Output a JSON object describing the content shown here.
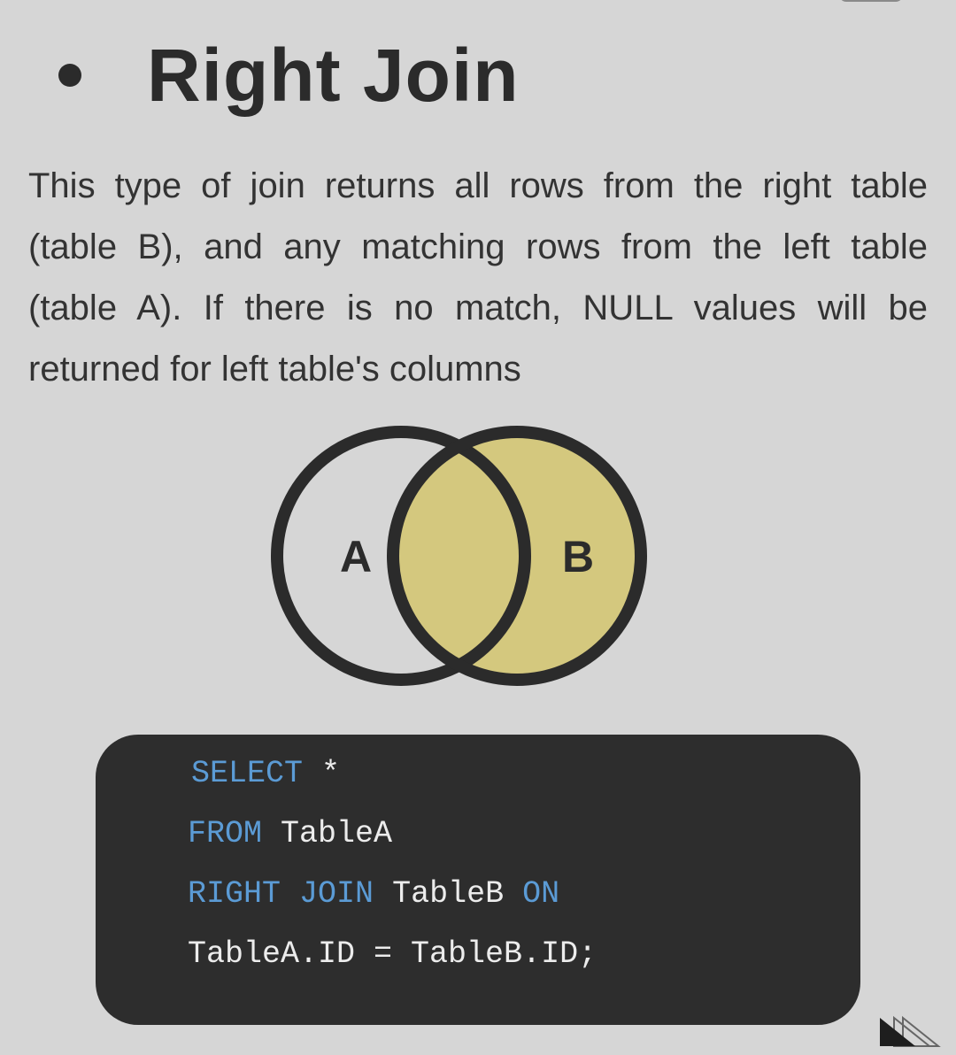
{
  "slide": {
    "title": "Right Join",
    "description": "This type of join returns all rows from the right table (table B), and any matching rows from the left table (table A). If there is no match, NULL values will be returned for left table's columns"
  },
  "venn": {
    "label_a": "A",
    "label_b": "B",
    "highlight_color": "#d4c87e",
    "outline_color": "#2b2b2b"
  },
  "code": {
    "line1": {
      "kw1": "SELECT",
      "rest": " *"
    },
    "line2": {
      "kw1": "FROM",
      "rest": " TableA"
    },
    "line3": {
      "kw1": "RIGHT",
      "sp1": " ",
      "kw2": "JOIN",
      "mid": " TableB ",
      "kw3": "ON"
    },
    "line4": {
      "rest": "TableA.ID = TableB.ID;"
    },
    "keyword_color": "#5b9bd5",
    "background_color": "#2d2d2d"
  },
  "nav": {
    "next_icon": "next-arrow-icon"
  }
}
